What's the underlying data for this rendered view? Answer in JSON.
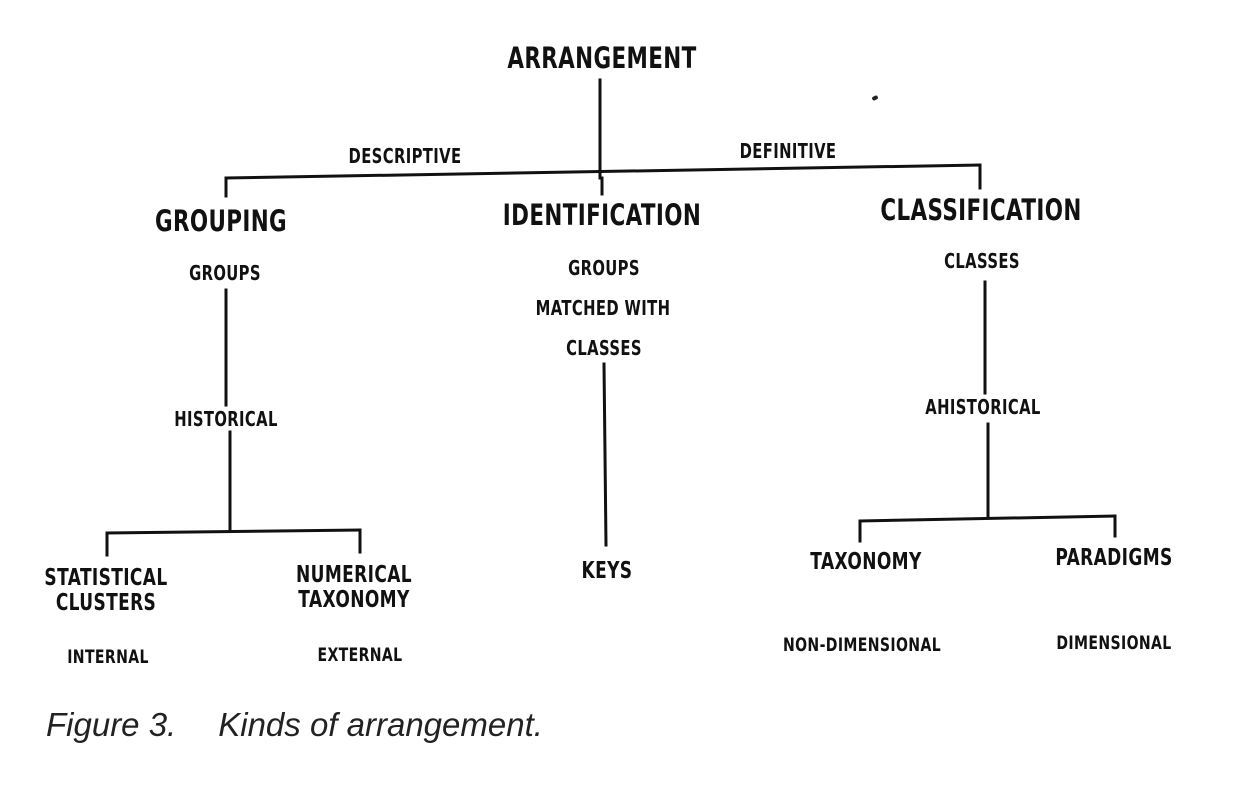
{
  "root": "ARRANGEMENT",
  "branches": {
    "descriptive": "DESCRIPTIVE",
    "definitive": "DEFINITIVE"
  },
  "grouping": {
    "title": "GROUPING",
    "output": "GROUPS",
    "kind": "HISTORICAL",
    "children": [
      {
        "name_line1": "STATISTICAL",
        "name_line2": "CLUSTERS",
        "type": "INTERNAL"
      },
      {
        "name_line1": "NUMERICAL",
        "name_line2": "TAXONOMY",
        "type": "EXTERNAL"
      }
    ]
  },
  "identification": {
    "title": "IDENTIFICATION",
    "output_line1": "GROUPS",
    "output_line2": "MATCHED WITH",
    "output_line3": "CLASSES",
    "child": "KEYS"
  },
  "classification": {
    "title": "CLASSIFICATION",
    "output": "CLASSES",
    "kind": "AHISTORICAL",
    "children": [
      {
        "name": "TAXONOMY",
        "type": "NON-DIMENSIONAL"
      },
      {
        "name": "PARADIGMS",
        "type": "DIMENSIONAL"
      }
    ]
  },
  "caption": {
    "label": "Figure 3.",
    "text": "Kinds of arrangement."
  }
}
